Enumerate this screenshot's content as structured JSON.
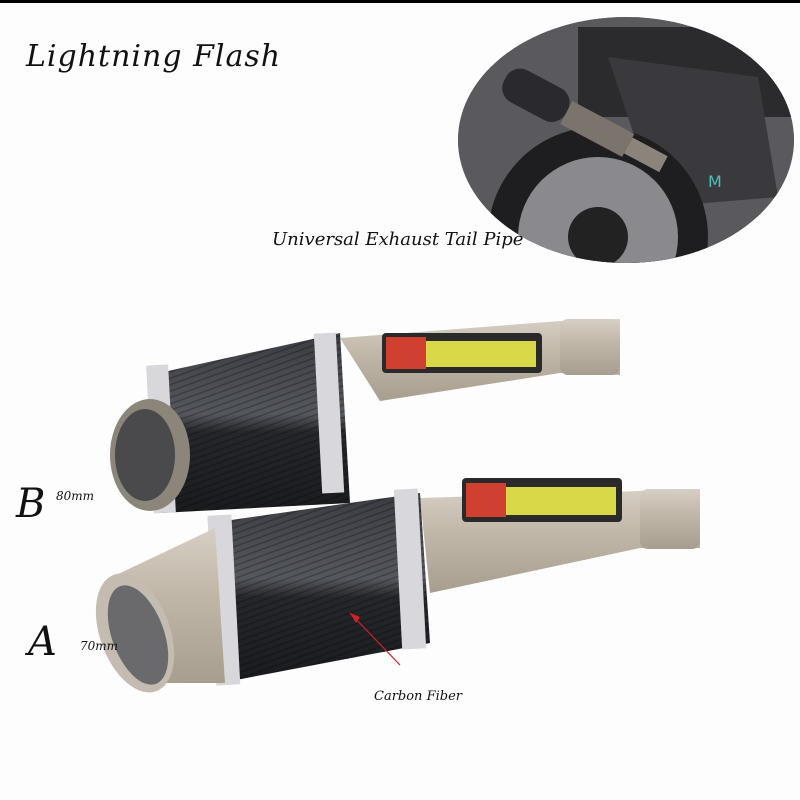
{
  "brand": "Lightning Flash",
  "subtitle": "Universal Exhaust Tail Pipe",
  "variants": [
    {
      "letter": "B",
      "size": "80mm"
    },
    {
      "letter": "A",
      "size": "70mm"
    }
  ],
  "annotation": {
    "label": "Carbon Fiber",
    "arrow_color": "#d0202a"
  },
  "colors": {
    "titanium": "#b8ad9e",
    "carbon": "#2a2c30",
    "chrome": "#d8d8dc",
    "label_red": "#d04030",
    "label_yellow": "#d8d848"
  }
}
